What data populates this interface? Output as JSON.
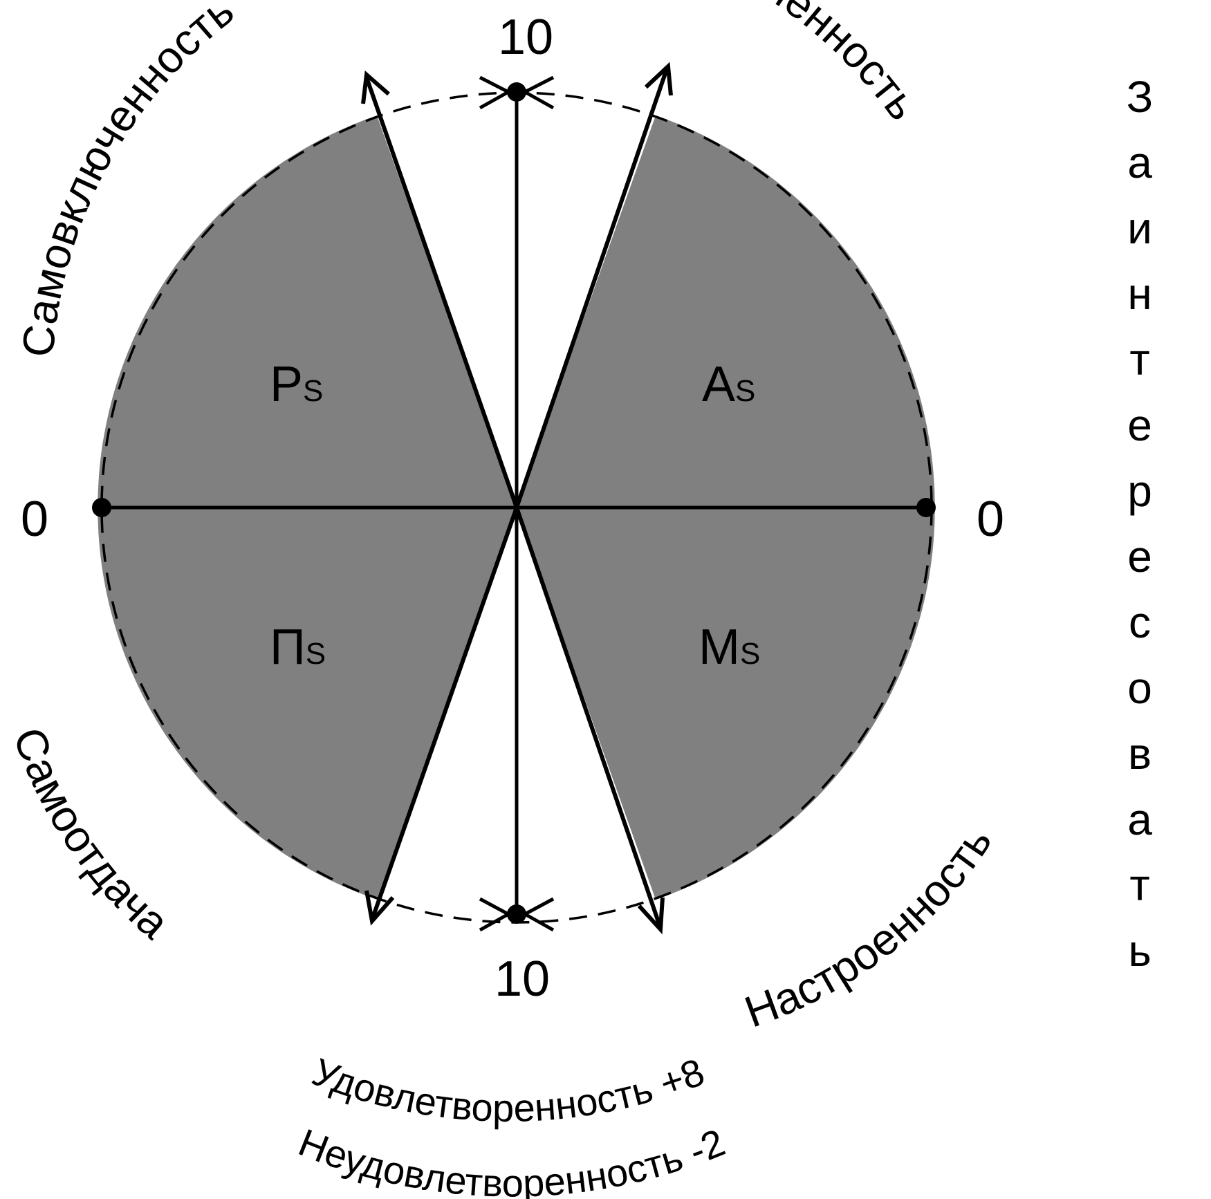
{
  "colors": {
    "sector_fill": "#808080",
    "stroke": "#000000",
    "background": "#ffffff"
  },
  "scale": {
    "top": "10",
    "bottom": "10",
    "left": "0",
    "right": "0"
  },
  "axes": {
    "upper_left": "Самовключенность",
    "upper_right": "Самововлеченность",
    "lower_left": "Самоотдача",
    "lower_right": "Настроенность"
  },
  "sectors": {
    "upper_left": {
      "main": "P",
      "sub": "S"
    },
    "upper_right": {
      "main": "A",
      "sub": "S"
    },
    "lower_left": {
      "main": "П",
      "sub": "S"
    },
    "lower_right": {
      "main": "M",
      "sub": "S"
    }
  },
  "side_word": [
    "З",
    "а",
    "и",
    "н",
    "т",
    "е",
    "р",
    "е",
    "с",
    "о",
    "в",
    "а",
    "т",
    "ь"
  ],
  "bottom_text": {
    "line1": "Удовлетворенность +8",
    "line2": "Неудовлетворенность -2"
  }
}
